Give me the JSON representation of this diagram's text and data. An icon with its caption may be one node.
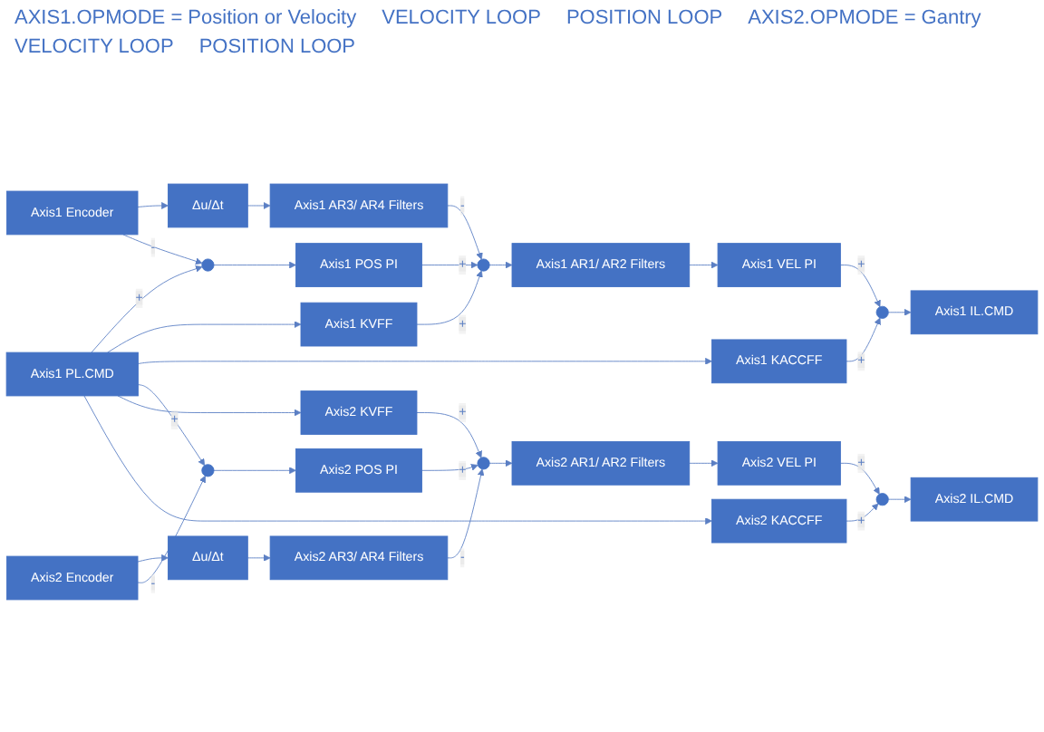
{
  "diagram": {
    "nodes": [
      {
        "text": [
          "Axis1 PL.CMD"
        ]
      },
      {
        "text": [],
        "shape": "circle"
      },
      {
        "text": [
          "Axis1 KVFF"
        ]
      },
      {
        "text": [
          "Axis1 POS PI"
        ]
      },
      {
        "text": [],
        "shape": "circle"
      },
      {
        "text": [
          "Axis1 KACCFF"
        ]
      },
      {
        "text": [
          "Axis1 AR1/ AR2 Filters"
        ]
      },
      {
        "text": [
          "Axis1 VEL PI"
        ]
      },
      {
        "text": [],
        "shape": "circle"
      },
      {
        "text": [
          "Axis1 IL.CMD"
        ]
      },
      {
        "text": [
          "Axis1 AR3/ AR4 Filters"
        ]
      },
      {
        "text": [
          "Δu/Δt"
        ]
      },
      {
        "text": [
          "Axis1 Encoder"
        ]
      },
      {
        "text": [],
        "shape": "circle"
      },
      {
        "text": [
          "Axis2 KVFF"
        ]
      },
      {
        "text": [
          "Axis2 POS PI"
        ]
      },
      {
        "text": [],
        "shape": "circle"
      },
      {
        "text": [
          "Axis2 KACCFF"
        ]
      },
      {
        "text": [
          "Axis2 AR1/ AR2 Filters"
        ]
      },
      {
        "text": [
          "Axis2 VEL PI"
        ]
      },
      {
        "text": [],
        "shape": "circle"
      },
      {
        "text": [
          "Axis2 IL.CMD"
        ]
      },
      {
        "text": [
          "Axis2 AR3/ AR4 Filters"
        ]
      },
      {
        "text": [
          "Δu/Δt"
        ]
      },
      {
        "text": [
          "Axis2 Encoder"
        ]
      }
    ],
    "edges": [
      {
        "from": 0,
        "to": 1,
        "arrow": "to",
        "label": "+"
      },
      {
        "from": 0,
        "to": 2,
        "arrow": "to"
      },
      {
        "from": 0,
        "to": 5,
        "arrow": "to"
      },
      {
        "from": 1,
        "to": 3,
        "arrow": "to"
      },
      {
        "from": 3,
        "to": 4,
        "arrow": "to",
        "label": "+"
      },
      {
        "from": 2,
        "to": 4,
        "arrow": "to",
        "label": "+"
      },
      {
        "from": 4,
        "to": 6,
        "arrow": "to"
      },
      {
        "from": 6,
        "to": 7,
        "arrow": "to"
      },
      {
        "from": 7,
        "to": 8,
        "arrow": "to",
        "label": "+"
      },
      {
        "from": 5,
        "to": 8,
        "arrow": "to",
        "label": "+"
      },
      {
        "from": 8,
        "to": 9,
        "arrow": "to"
      },
      {
        "from": 12,
        "to": 11,
        "arrow": "to"
      },
      {
        "from": 11,
        "to": 10,
        "arrow": "to"
      },
      {
        "from": 10,
        "to": 4,
        "arrow": "to",
        "label": "-"
      },
      {
        "from": 12,
        "to": 1,
        "arrow": "to",
        "label": "-"
      },
      {
        "from": 0,
        "to": 13,
        "arrow": "to",
        "label": "+"
      },
      {
        "from": 0,
        "to": 14,
        "arrow": "to"
      },
      {
        "from": 0,
        "to": 17,
        "arrow": "to"
      },
      {
        "from": 13,
        "to": 15,
        "arrow": "to"
      },
      {
        "from": 15,
        "to": 16,
        "arrow": "to",
        "label": "+"
      },
      {
        "from": 14,
        "to": 16,
        "arrow": "to",
        "label": "+"
      },
      {
        "from": 16,
        "to": 18,
        "arrow": "to"
      },
      {
        "from": 18,
        "to": 19,
        "arrow": "to"
      },
      {
        "from": 19,
        "to": 20,
        "arrow": "to",
        "label": "+"
      },
      {
        "from": 17,
        "to": 20,
        "arrow": "to",
        "label": "+"
      },
      {
        "from": 20,
        "to": 21,
        "arrow": "to"
      },
      {
        "from": 24,
        "to": 23,
        "arrow": "to"
      },
      {
        "from": 23,
        "to": 22,
        "arrow": "to"
      },
      {
        "from": 22,
        "to": 16,
        "arrow": "to",
        "label": "-"
      },
      {
        "from": 24,
        "to": 13,
        "arrow": "to",
        "label": "-"
      }
    ],
    "labels": [
      "AXIS1.OPMODE = Position or Velocity",
      "VELOCITY LOOP",
      "POSITION LOOP",
      "AXIS2.OPMODE = Gantry",
      "VELOCITY LOOP",
      "POSITION LOOP"
    ]
  }
}
